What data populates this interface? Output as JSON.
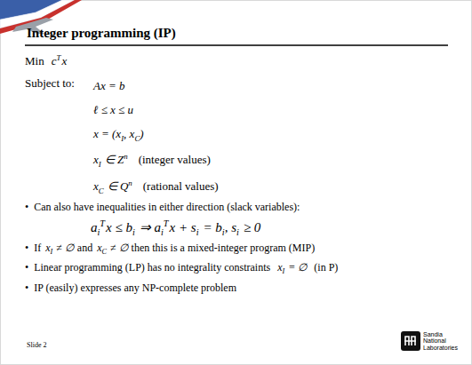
{
  "diagram": {
    "title": "Integer programming (IP)",
    "labels": [
      "Min",
      "c",
      "T",
      "x",
      "Subject to:",
      "Ax = b",
      "ℓ ≤ x ≤ u",
      "x = (x",
      "I",
      ", x",
      "C",
      ")",
      "x",
      "I",
      "∈ Z",
      "n",
      "(integer values)",
      "x",
      "C",
      "∈ Q",
      "n",
      "(rational values)",
      "•",
      "Can also have inequalities in either direction (slack variables):",
      "a",
      "i",
      "T",
      "x ≤ b",
      "i",
      "⇒ a",
      "i",
      "T",
      "x + s",
      "i",
      "= b",
      "i",
      ", s",
      "i",
      "≥ 0",
      "•",
      "If",
      "x",
      "I",
      "≠ ∅",
      "and",
      "x",
      "C",
      "≠ ∅",
      "then this is a mixed-integer program (MIP)",
      "•",
      "Linear programming (LP) has no integrality constraints",
      "x",
      "I",
      "= ∅",
      "(in P)",
      "•",
      "IP (easily) expresses any NP-complete problem",
      "Slide 2",
      "Sandia National Laboratories"
    ]
  }
}
